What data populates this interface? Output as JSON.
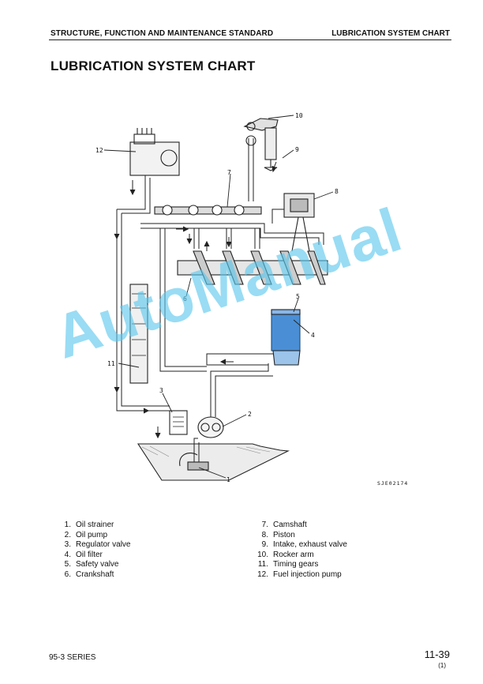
{
  "header": {
    "left": "STRUCTURE, FUNCTION AND MAINTENANCE STANDARD",
    "right": "LUBRICATION SYSTEM CHART"
  },
  "title": "LUBRICATION SYSTEM CHART",
  "figure": {
    "code": "SJE02174",
    "callouts": [
      "1",
      "2",
      "3",
      "4",
      "5",
      "6",
      "7",
      "8",
      "9",
      "10",
      "11",
      "12"
    ]
  },
  "legend": {
    "col1": [
      {
        "num": "1.",
        "label": "Oil strainer"
      },
      {
        "num": "2.",
        "label": "Oil pump"
      },
      {
        "num": "3.",
        "label": "Regulator valve"
      },
      {
        "num": "4.",
        "label": "Oil filter"
      },
      {
        "num": "5.",
        "label": "Safety valve"
      },
      {
        "num": "6.",
        "label": "Crankshaft"
      }
    ],
    "col2": [
      {
        "num": "7.",
        "label": "Camshaft"
      },
      {
        "num": "8.",
        "label": "Piston"
      },
      {
        "num": "9.",
        "label": "Intake, exhaust valve"
      },
      {
        "num": "10.",
        "label": "Rocker arm"
      },
      {
        "num": "11.",
        "label": "Timing gears"
      },
      {
        "num": "12.",
        "label": "Fuel injection pump"
      }
    ]
  },
  "footer": {
    "series": "95-3 SERIES",
    "page": "11-39",
    "sub": "(1)"
  },
  "watermark": "AutoManual",
  "colors": {
    "watermark": "#5bc8ee",
    "filter": "#4a8fd6"
  }
}
